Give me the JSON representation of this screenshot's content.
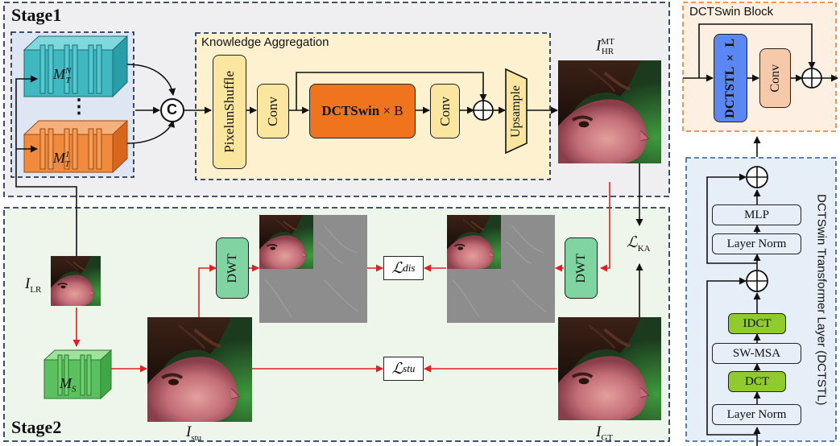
{
  "stage1": {
    "title": "Stage1"
  },
  "stage2": {
    "title": "Stage2"
  },
  "knowledge_aggregation": {
    "title": "Knowledge Aggregation",
    "pixelunshuffle": "PixelunShuffle",
    "conv1": "Conv",
    "dctswin_bold": "DCTSwin",
    "dctswin_rest": " × B",
    "conv2": "Conv",
    "upsample": "Upsample"
  },
  "teachers": {
    "top_label": "M",
    "top_sub": "T",
    "top_sup": "N",
    "bottom_label": "M",
    "bottom_sub": "T",
    "bottom_sup": "1",
    "ellipsis": "⋮",
    "concat": "C"
  },
  "images": {
    "hr_mt_main": "I",
    "hr_mt_sub": "HR",
    "hr_mt_sup": "MT",
    "lr_main": "I",
    "lr_sub": "LR",
    "stu_main": "I",
    "stu_sub": "stu",
    "gt_main": "I",
    "gt_sub": "GT"
  },
  "student": {
    "label": "M",
    "sub": "S"
  },
  "dwt": {
    "left": "DWT",
    "right": "DWT"
  },
  "losses": {
    "ka_main": "ℒ",
    "ka_sub": "KA",
    "dis_main": "ℒ",
    "dis_sub": "dis",
    "stu_main": "ℒ",
    "stu_sub": "stu"
  },
  "dctswin_block": {
    "title": "DCTSwin Block",
    "dctstl": "DCTSTL × L",
    "conv": "Conv"
  },
  "transformer_layer": {
    "title": "DCTSwin Transformer Layer (DCTSTL)",
    "mlp": "MLP",
    "layer_norm_top": "Layer Norm",
    "idct": "IDCT",
    "swmsa": "SW-MSA",
    "dct": "DCT",
    "layer_norm_bottom": "Layer Norm"
  },
  "colors": {
    "stage1_bg": "#efeff1",
    "stage2_bg": "#eef6ec",
    "ka_bg": "#fdf1cf",
    "teacher_bg": "#dde6f2",
    "teacher_top": "#3fb8c2",
    "teacher_bottom": "#f08a3c",
    "student": "#5cc060",
    "dctswin": "#f0731e",
    "pale_yellow": "#fbe6a0",
    "dwt_green": "#7fd4a2",
    "block_bg": "#fdf0e2",
    "block_border": "#f08a3c",
    "dctstl_blue": "#5b87f2",
    "conv_peach": "#f6c9ab",
    "layer_bg": "#e6eef8",
    "lime": "#8fcb2e",
    "red_arrow": "#e02020"
  }
}
